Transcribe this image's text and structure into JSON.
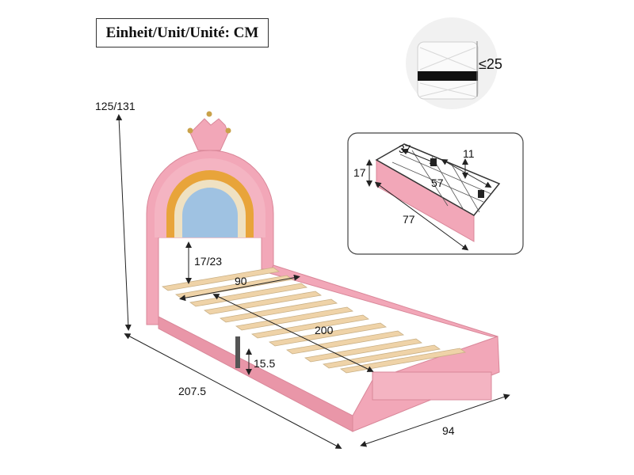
{
  "unit_label": "Einheit/Unit/Unité: CM",
  "mattress_max": "≤25",
  "drawer": {
    "length": "77",
    "width": "57",
    "depth_total": "37",
    "inner_height": "11",
    "front_height": "17"
  },
  "bed": {
    "headboard_height": "125/131",
    "headboard_gap": "17/23",
    "slat_width": "90",
    "slat_length": "200",
    "ground_clearance": "15.5",
    "total_length": "207.5",
    "total_width": "94"
  },
  "colors": {
    "frame": "#f2a7b8",
    "frame_dark": "#d98799",
    "slat": "#efd3a8",
    "rainbow_orange": "#e8a43a",
    "rainbow_cream": "#efe1c2",
    "rainbow_blue": "#9fc2e2",
    "crown_gold": "#c9a24a"
  }
}
